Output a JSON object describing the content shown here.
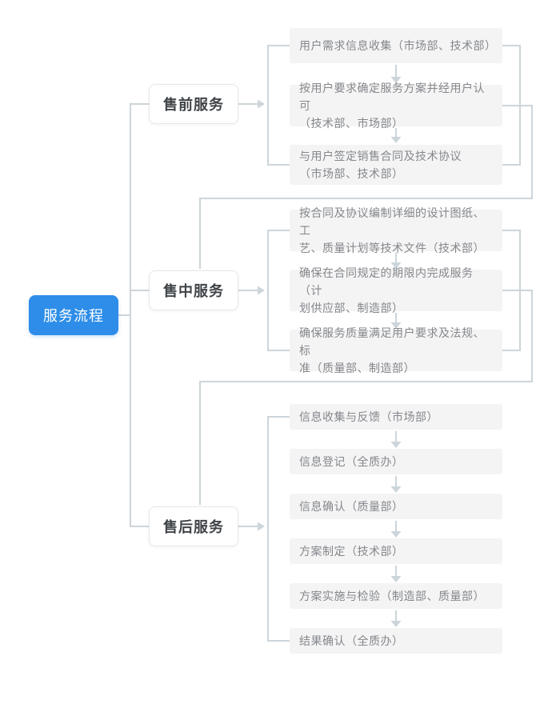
{
  "root": {
    "label": "服务流程"
  },
  "colors": {
    "root_bg": "#2e8de8",
    "root_text": "#ffffff",
    "branch_text": "#3f4347",
    "branch_border": "#e4e7ea",
    "leaf_bg": "#f4f4f5",
    "leaf_text": "#85878b",
    "connector": "#ccd5da"
  },
  "branches": [
    {
      "label": "售前服务",
      "steps": [
        {
          "text": "用户需求信息收集（市场部、技术部）"
        },
        {
          "text": "按用户要求确定服务方案并经用户认可\n（技术部、市场部）"
        },
        {
          "text": "与用户签定销售合同及技术协议\n（市场部、技术部）"
        }
      ]
    },
    {
      "label": "售中服务",
      "steps": [
        {
          "text": "按合同及协议编制详细的设计图纸、工\n艺、质量计划等技术文件（技术部）"
        },
        {
          "text": "确保在合同规定的期限内完成服务（计\n划供应部、制造部）"
        },
        {
          "text": "确保服务质量满足用户要求及法规、标\n准（质量部、制造部）"
        }
      ]
    },
    {
      "label": "售后服务",
      "steps": [
        {
          "text": "信息收集与反馈（市场部）"
        },
        {
          "text": "信息登记（全质办）"
        },
        {
          "text": "信息确认（质量部）"
        },
        {
          "text": "方案制定（技术部）"
        },
        {
          "text": "方案实施与检验（制造部、质量部）"
        },
        {
          "text": "结果确认（全质办）"
        }
      ]
    }
  ]
}
